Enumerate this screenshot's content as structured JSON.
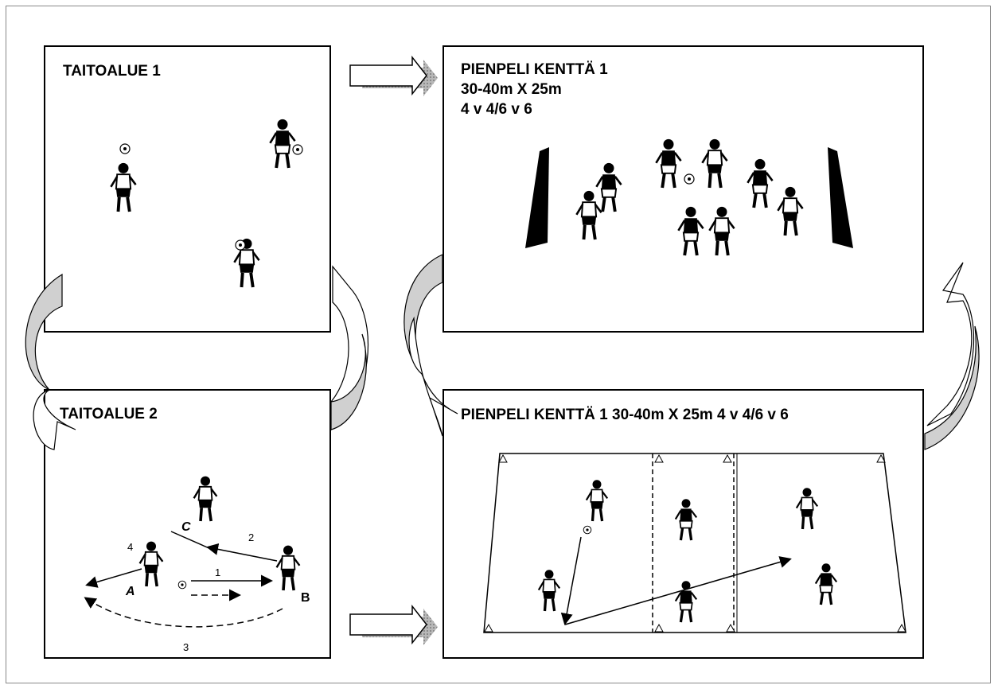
{
  "colors": {
    "border": "#000000",
    "arrow_fill": "#d0d0d0",
    "shadow": "#a8a8a8"
  },
  "panels": {
    "taitoalue1": {
      "title": "TAITOALUE 1"
    },
    "taitoalue2": {
      "title": "TAITOALUE 2",
      "labels": {
        "a": "A",
        "b": "B",
        "c": "C",
        "n1": "1",
        "n2": "2",
        "n3": "3",
        "n4": "4"
      }
    },
    "pienpeli_top": {
      "title_lines": [
        "PIENPELI KENTTÄ 1",
        "30-40m X 25m",
        "4 v 4/6 v 6"
      ]
    },
    "pienpeli_bottom": {
      "title": "PIENPELI KENTTÄ 1 30-40m X 25m 4 v 4/6 v 6"
    }
  },
  "icons": [
    "right-arrow-icon",
    "curved-arrow-icon",
    "player-icon",
    "ball-icon",
    "goal-icon",
    "cone-icon"
  ]
}
